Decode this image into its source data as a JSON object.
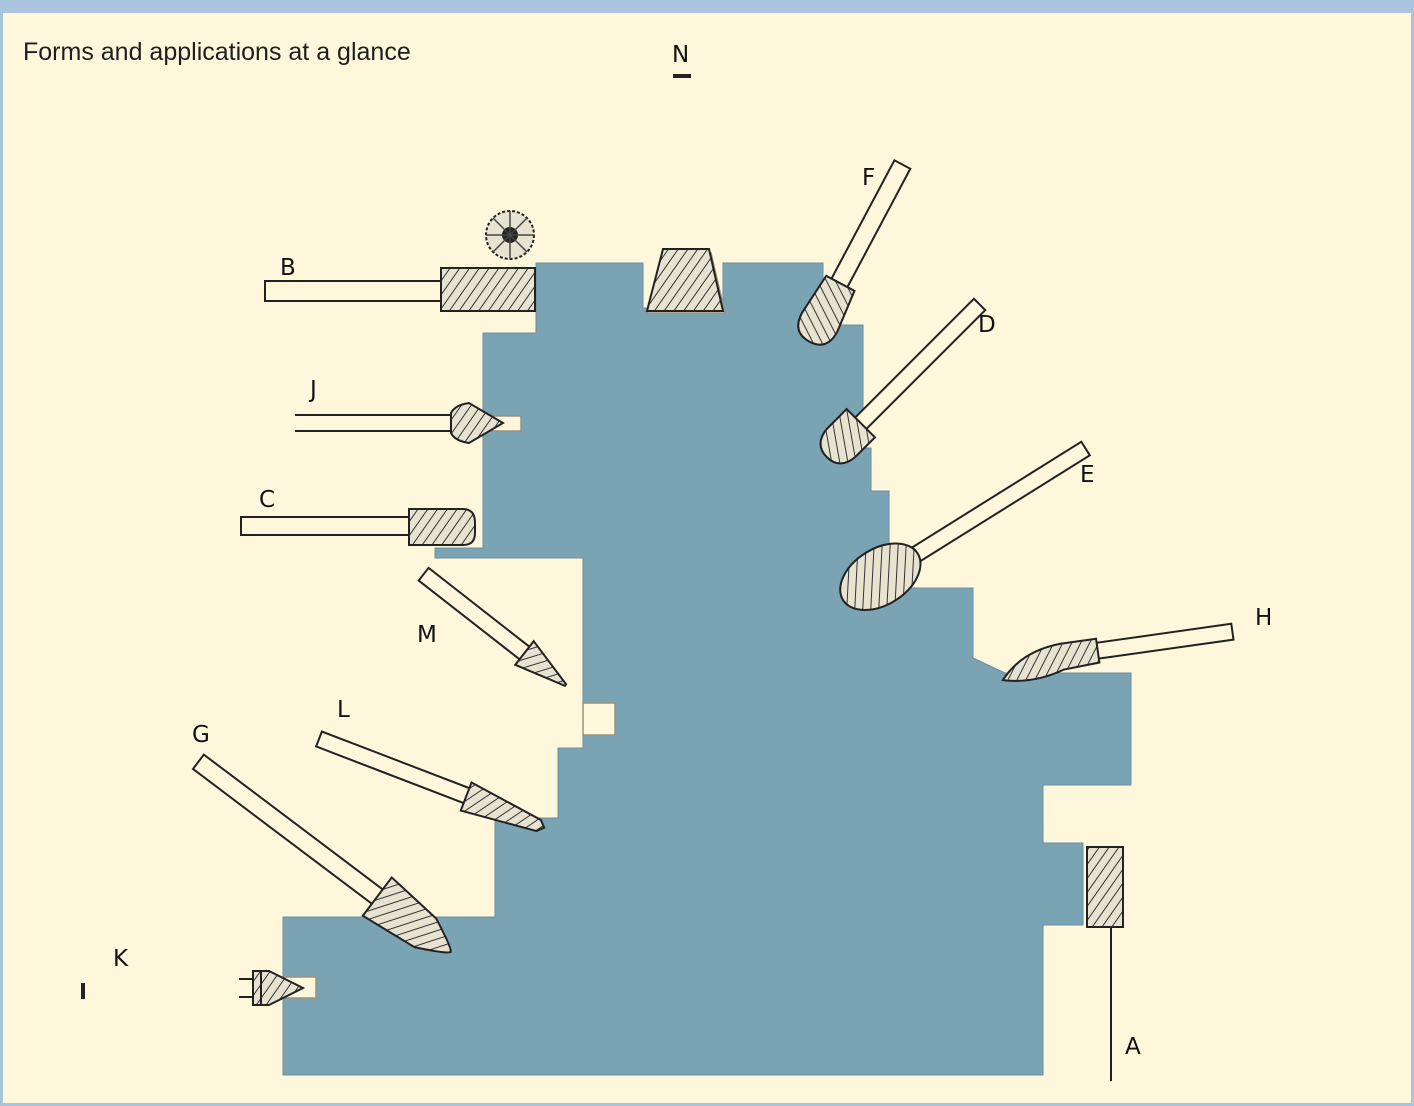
{
  "title": "Forms and applications at a glance",
  "colors": {
    "background": "#fff7dc",
    "workpiece": "#7aa3b4",
    "frame": "#a9c4dc"
  },
  "labels": {
    "a": "A",
    "b": "B",
    "c": "C",
    "d": "D",
    "e": "E",
    "f": "F",
    "g": "G",
    "h": "H",
    "j": "J",
    "k": "K",
    "l": "L",
    "m": "M",
    "n": "N"
  }
}
